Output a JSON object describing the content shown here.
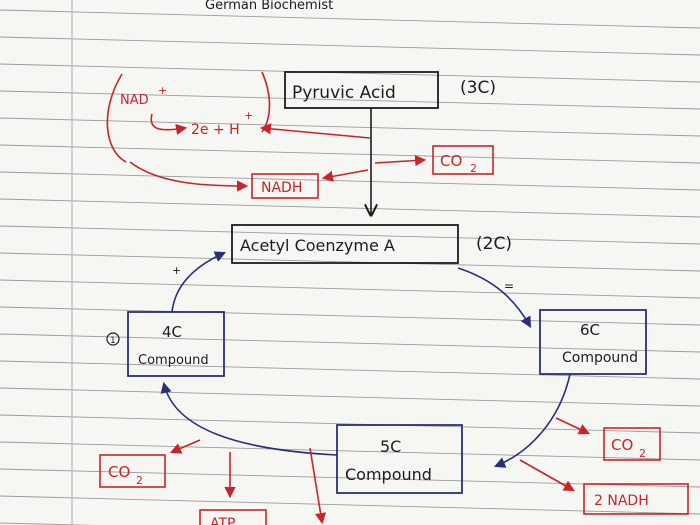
{
  "header": {
    "text": "German     Biochemist"
  },
  "boxes": {
    "pyruvic": "Pyruvic  Acid",
    "acetyl": "Acetyl  Coenzyme  A",
    "c6_line1": "6C",
    "c6_line2": "Compound",
    "c5_line1": "5C",
    "c5_line2": "Compound",
    "c4_line1": "4C",
    "c4_line2": "Compound",
    "nadh": "NADH",
    "co2_top": "CO",
    "co2_right": "CO",
    "co2_left": "CO",
    "nadh2": "2  NADH",
    "atp": "ATP"
  },
  "labels": {
    "pyruvic_carbons": "(3C)",
    "acetyl_carbons": "(2C)",
    "nad_plus": "NAD",
    "plus_sign": "+",
    "electrons": "2e + H",
    "subscript_two": "2",
    "step_marker": "1",
    "tick_plus": "+",
    "tick_dash": "="
  },
  "colors": {
    "paper": "#f6f6f2",
    "rule_line": "#9a9a9a",
    "margin_line": "#b8b8b8",
    "ink_black": "#1c1c1c",
    "ink_blue": "#2a2f7a",
    "ink_red": "#c8242c"
  }
}
